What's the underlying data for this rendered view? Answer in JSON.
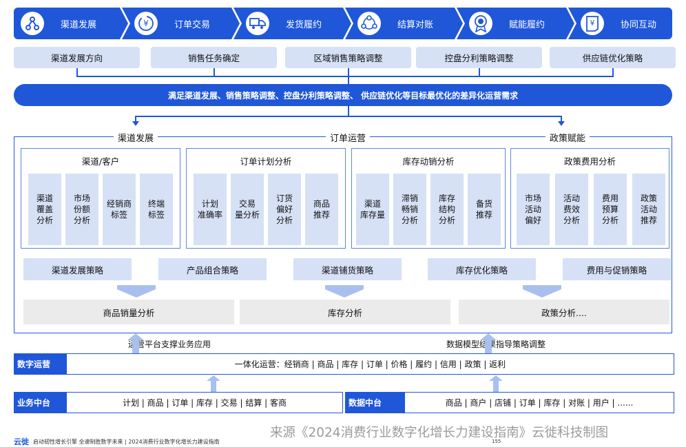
{
  "top_steps": [
    {
      "label": "渠道发展",
      "icon": "network-icon"
    },
    {
      "label": "订单交易",
      "icon": "yen-coin-icon"
    },
    {
      "label": "发货履约",
      "icon": "truck-icon"
    },
    {
      "label": "结算对账",
      "icon": "people-circle-icon"
    },
    {
      "label": "赋能履约",
      "icon": "award-icon"
    },
    {
      "label": "协同互动",
      "icon": "yen-document-icon"
    }
  ],
  "goals": [
    "渠道发展方向",
    "销售任务确定",
    "区域销售策略调整",
    "控盘分利策略调整",
    "供应链优化策略"
  ],
  "banner": "满足渠道发展、销售策略调整、控盘分利策略调整、 供应链优化等目标最优化的差异化运营需求",
  "sections": [
    "渠道发展",
    "订单运营",
    "政策赋能"
  ],
  "panels": [
    {
      "title": "渠道/客户",
      "cards": [
        "渠道\n覆盖\n分析",
        "市场\n份额\n分析",
        "经销商\n标签",
        "终端\n标签"
      ]
    },
    {
      "title": "订单计划分析",
      "cards": [
        "计划\n准确率",
        "交易\n量分析",
        "订货\n偏好\n分析",
        "商品\n推荐"
      ]
    },
    {
      "title": "库存动销分析",
      "cards": [
        "渠道\n库存量",
        "滞销\n畅销\n分析",
        "库存\n结构\n分析",
        "备货\n推荐"
      ]
    },
    {
      "title": "政策费用分析",
      "cards": [
        "市场\n活动\n偏好",
        "活动\n费效\n分析",
        "费用\n预算\n分析",
        "政策\n活动\n推荐"
      ]
    }
  ],
  "strategies": [
    "渠道发展策略",
    "产品组合策略",
    "渠道铺货策略",
    "库存优化策略",
    "费用与促销策略"
  ],
  "analyses": [
    "商品销量分析",
    "库存分析",
    "政策分析...."
  ],
  "notes": {
    "left": "运营平台支撑业务应用",
    "right": "数据模型结果指导策略调整"
  },
  "digital_ops": {
    "tag": "数字运营",
    "text": "一体化运营：经销商 | 商品 | 库存 | 订单 | 价格 | 履约 | 信用 | 政策 | 返利"
  },
  "business_platform": {
    "tag": "业务中台",
    "text": "计划 | 商品 | 订单 | 库存 | 交易 | 结算 | 客商"
  },
  "data_platform": {
    "tag": "数据中台",
    "text": "商品 | 商户 | 店铺 | 订单 | 库存 | 对账 | 用户 | ......"
  },
  "source": "来源《2024消费行业数字化增长力建设指南》云徙科技制图",
  "footer": {
    "logo": "云徙",
    "text": "启动韧性增长引擎  全速制胜数字未来 | 2024消费行业数字化增长力建设指南",
    "page": "155"
  },
  "colors": {
    "primary": "#1f57d8",
    "light": "#d6e1f6",
    "grey": "#ebebeb"
  }
}
